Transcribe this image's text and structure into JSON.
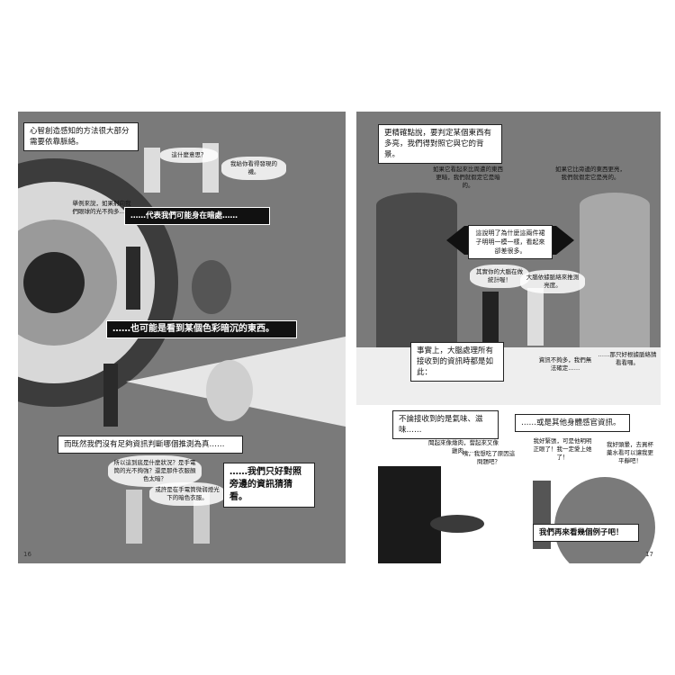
{
  "left_page": {
    "intro_caption": "心智創造感知的方法很大部分需要依靠脈絡。",
    "bubble_what_is_that": "這什麼意思？",
    "bubble_give_you": "我給你看得發現的襪。",
    "example_caption": "舉例來說，如果射向我們眼球的光不夠多……",
    "dark_caption_1": "……代表我們可能身在暗處……",
    "dark_caption_2": "……也可能是看到某個色彩暗沉的東西。",
    "bottom_caption": "而既然我們沒有足夠資訊判斷哪個推測為真……",
    "question_bubble": "所以這到底是什麼狀況？是手電筒的光不夠強？還是那件衣服顏色太暗？",
    "maybe_bubble": "或許是在手電筒微弱燈光下的暗色衣服。",
    "guess_caption": "……我們只好對照旁邊的資訊猜猜看。",
    "page_number": "16"
  },
  "right_page": {
    "top_caption": "更精確點說，要判定某個東西有多亮，我們得對照它與它的背景。",
    "left_thought": "如果它看起來比周遭的東西更暗，我們就假定它是暗的。",
    "right_thought": "如果它比旁邊的東西更亮，我們就假定它是亮的。",
    "arrow_text": "這說明了為什麼這兩件裙子明明一模一樣，看起來卻差很多。",
    "small_left": "其實你的大腦在做統計喔！",
    "small_right": "大腦依據脈絡來推測亮度。",
    "fact_caption": "事實上，大腦處理所有接收到的資訊時都是如此：",
    "info_bubble": "資訊不夠多，我們無法確定……",
    "guess_bubble": "……那只好根據脈絡猜看看囉。",
    "smell_caption": "不論接收到的是氣味、滋味……",
    "senses_caption": "……或是其他身體感官資訊。",
    "stew_bubble": "聞起來像燉肉，嘗起來又像雞肉……",
    "what_bubble": "咦，我想吃了原因這問題吧？",
    "love_bubble": "我好緊張，可是他明明正眼了！我一定愛上她了！",
    "dizzy_bubble": "我好頭暈，去買杯藥水看可以讓我更平靜吧！",
    "final_caption": "我們再來看幾個例子吧！",
    "page_number": "17"
  }
}
